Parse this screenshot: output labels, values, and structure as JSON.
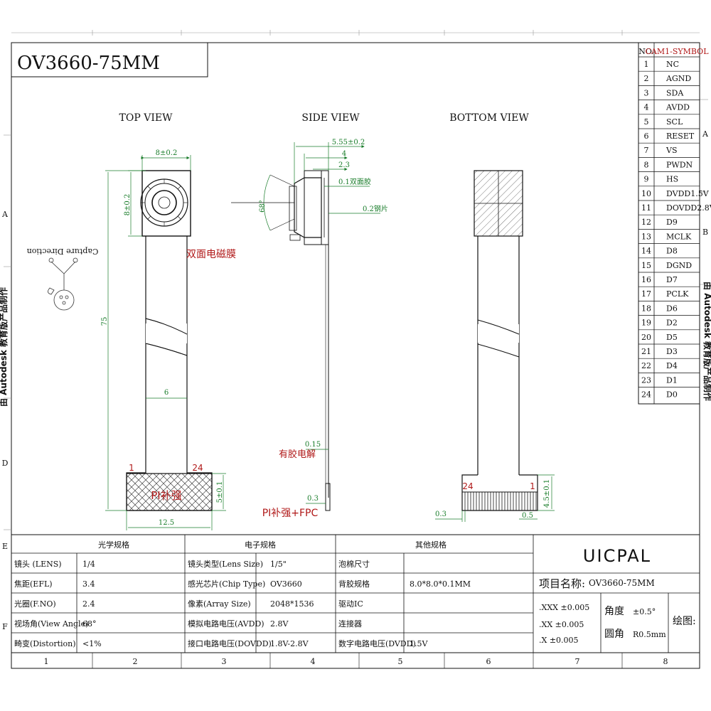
{
  "title": "OV3660-75MM",
  "views": {
    "top": "TOP VIEW",
    "side": "SIDE VIEW",
    "bottom": "BOTTOM VIEW"
  },
  "zones": {
    "cols": [
      "1",
      "2",
      "3",
      "4",
      "5",
      "6",
      "7",
      "8"
    ],
    "rows_left": [
      "A",
      "D",
      "E",
      "F"
    ],
    "rows_right": [
      "A",
      "B"
    ]
  },
  "vertical_note": "由 Autodesk 教育版产品制作",
  "pin_table": {
    "headers": [
      "NO.",
      "CAM1-SYMBOL"
    ],
    "rows": [
      [
        "1",
        "NC"
      ],
      [
        "2",
        "AGND"
      ],
      [
        "3",
        "SDA"
      ],
      [
        "4",
        "AVDD"
      ],
      [
        "5",
        "SCL"
      ],
      [
        "6",
        "RESET"
      ],
      [
        "7",
        "VS"
      ],
      [
        "8",
        "PWDN"
      ],
      [
        "9",
        "HS"
      ],
      [
        "10",
        "DVDD1.5V"
      ],
      [
        "11",
        "DOVDD2.8V"
      ],
      [
        "12",
        "D9"
      ],
      [
        "13",
        "MCLK"
      ],
      [
        "14",
        "D8"
      ],
      [
        "15",
        "DGND"
      ],
      [
        "16",
        "D7"
      ],
      [
        "17",
        "PCLK"
      ],
      [
        "18",
        "D6"
      ],
      [
        "19",
        "D2"
      ],
      [
        "20",
        "D5"
      ],
      [
        "21",
        "D3"
      ],
      [
        "22",
        "D4"
      ],
      [
        "23",
        "D1"
      ],
      [
        "24",
        "D0"
      ]
    ]
  },
  "top_view": {
    "width_dim": "8±0.2",
    "height_dim": "8±0.2",
    "length_dim": "75",
    "flex_width_dim": "6",
    "film_label": "双面电磁膜",
    "stiffener_label": "PI补强",
    "stiffener_dim": "5±0.1",
    "stiffener_width_dim": "12.5",
    "pin_first": "1",
    "pin_last": "24",
    "direction_label": "Capture Direction"
  },
  "side_view": {
    "dim_total": "5.55±0.2",
    "dim_4": "4",
    "dim_23": "2.3",
    "tape_label": "0.1双面胶",
    "steel_label": "0.2钢片",
    "angle": "68°",
    "dim_015": "0.15",
    "glue_label": "有胶电解",
    "dim_03": "0.3",
    "pi_fpc_label": "PI补强+FPC"
  },
  "bottom_view": {
    "pin_first": "24",
    "pin_last": "1",
    "dim_03": "0.3",
    "dim_05": "0.5",
    "dim_45": "4.5±0.1"
  },
  "spec_table": {
    "headers": [
      "光学规格",
      "电子规格",
      "其他规格"
    ],
    "optical": [
      [
        "镜头 (LENS)",
        "1/4"
      ],
      [
        "焦距(EFL)",
        "3.4"
      ],
      [
        "光圈(F.NO)",
        "2.4"
      ],
      [
        "视场角(View Angle)",
        "68°"
      ],
      [
        "畸变(Distortion)",
        "<1%"
      ]
    ],
    "electronic": [
      [
        "镜头类型(Lens Size)",
        "1/5\""
      ],
      [
        "感光芯片(Chip Type)",
        "OV3660"
      ],
      [
        "像素(Array Size)",
        "2048*1536"
      ],
      [
        "模拟电路电压(AVDD)",
        "2.8V"
      ],
      [
        "接口电路电压(DOVDD)",
        "1.8V-2.8V"
      ]
    ],
    "other": [
      [
        "泡棉尺寸",
        ""
      ],
      [
        "背胶规格",
        "8.0*8.0*0.1MM"
      ],
      [
        "驱动IC",
        ""
      ],
      [
        "连接器",
        ""
      ],
      [
        "数字电路电压(DVDD)",
        "1.5V"
      ]
    ]
  },
  "title_block": {
    "company": "UICPAL",
    "project_label": "项目名称:",
    "project_value": "OV3660-75MM",
    "tolerances": [
      ".XXX  ±0.005",
      ".XX  ±0.005",
      ".X  ±0.005"
    ],
    "angle_label": "角度",
    "angle_value": "±0.5°",
    "radius_label": "圆角",
    "radius_value": "R0.5mm",
    "drawing_label": "绘图:"
  },
  "colors": {
    "line": "#111111",
    "dim": "#1a7d2b",
    "note": "#b01818"
  }
}
